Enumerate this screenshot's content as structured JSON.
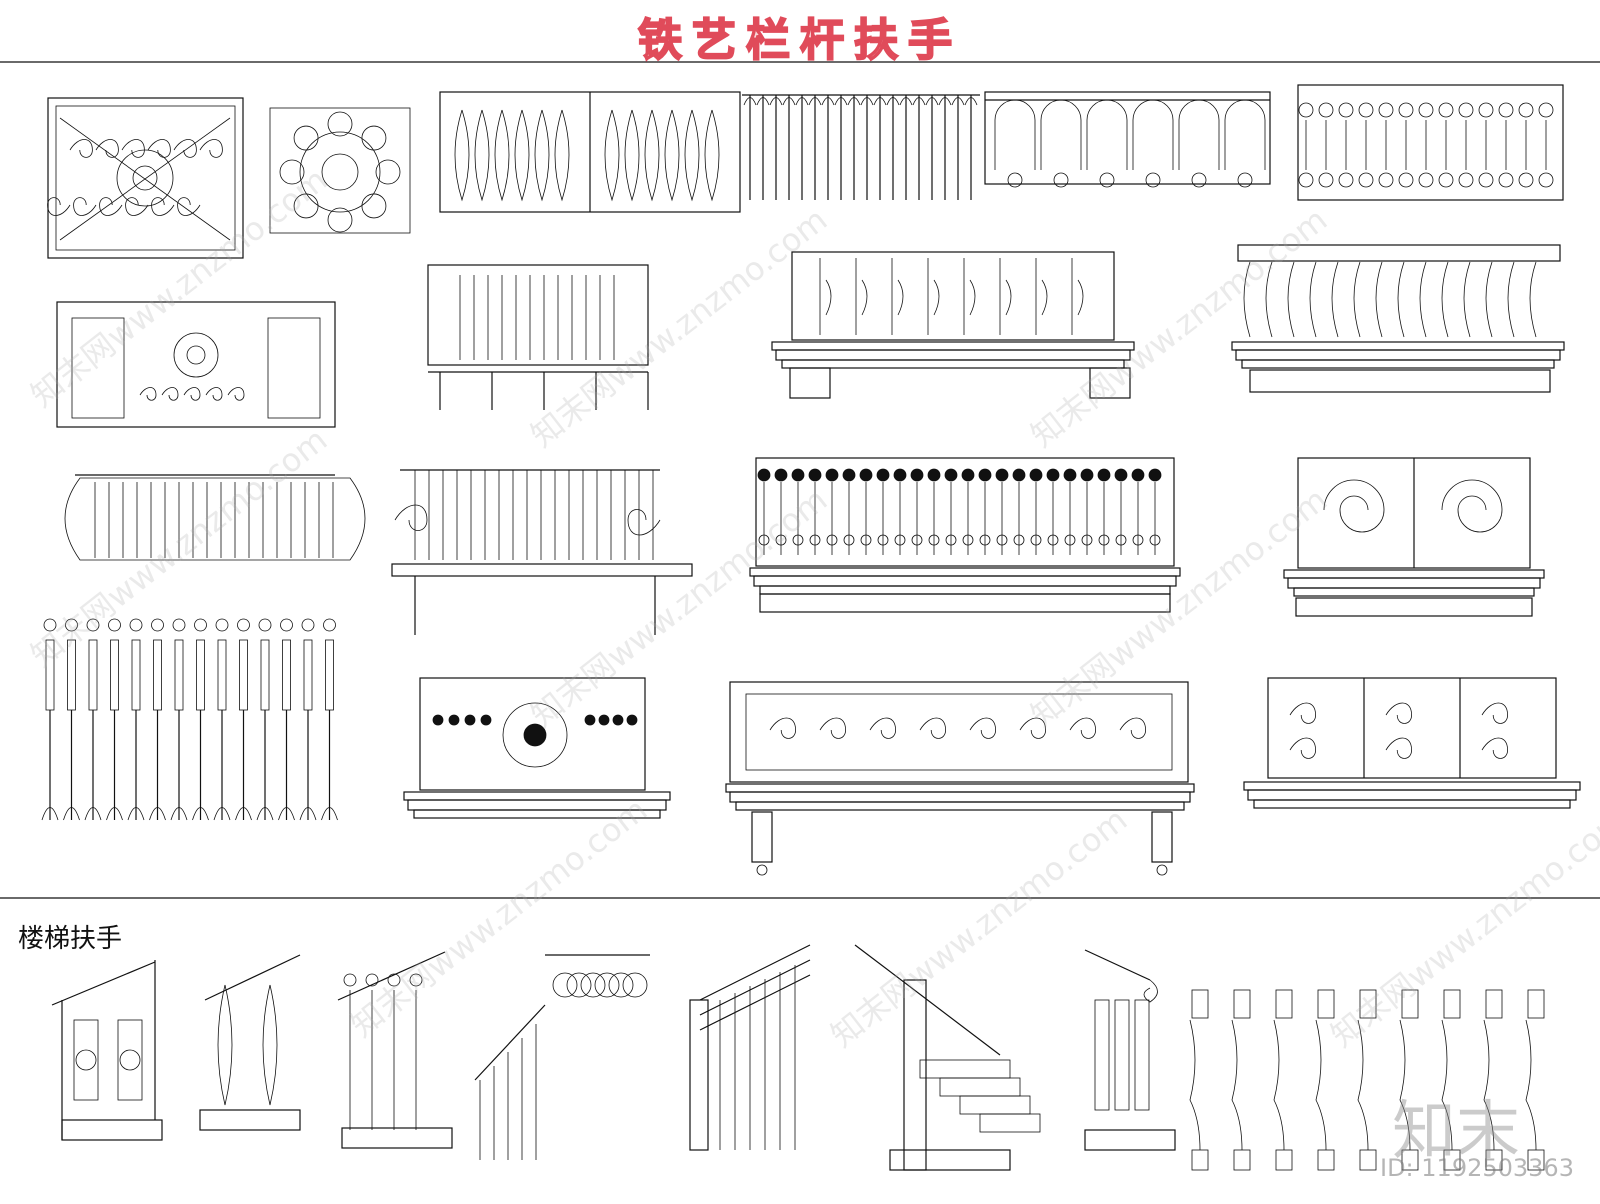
{
  "header": {
    "title": "铁艺栏杆扶手"
  },
  "sections": [
    {
      "label": "楼梯扶手"
    }
  ],
  "watermark": {
    "brand": "知末",
    "id_text": "ID: 1192503363",
    "url_text": "知末网www.znzmo.com"
  },
  "colors": {
    "title_fill": "#f7d7d7",
    "title_stroke": "#e04b5a",
    "line": "#111111"
  }
}
